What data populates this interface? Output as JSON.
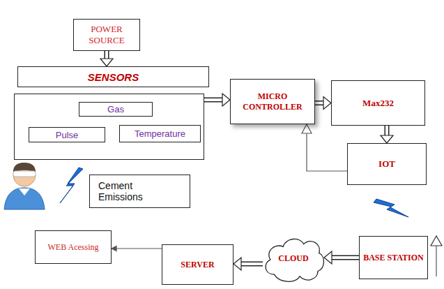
{
  "diagram": {
    "nodes": [
      {
        "text": [
          "POWER SOURCE"
        ]
      },
      {
        "text": [
          "SENSORS"
        ]
      },
      {
        "text": []
      },
      {
        "text": [
          "Gas"
        ],
        "in": 2
      },
      {
        "text": [
          "Pulse"
        ],
        "in": 2
      },
      {
        "text": [
          "Temperature"
        ],
        "in": 2
      },
      {
        "text": [
          "MICRO CONTROLLER"
        ]
      },
      {
        "text": [
          "Max232"
        ]
      },
      {
        "text": [
          "IOT"
        ]
      },
      {
        "text": [
          "Cement Emissions"
        ]
      },
      {
        "text": [
          "BASE STATION"
        ]
      },
      {
        "text": [
          "CLOUD"
        ]
      },
      {
        "text": [
          "SERVER"
        ]
      },
      {
        "text": [
          "WEB Acessing"
        ]
      }
    ],
    "edges": [
      {
        "from": 0,
        "to": 1,
        "arrow": "to"
      },
      {
        "from": 2,
        "to": 6,
        "arrow": "to"
      },
      {
        "from": 6,
        "to": 7,
        "arrow": "to"
      },
      {
        "from": 7,
        "to": 8,
        "arrow": "to"
      },
      {
        "from": 8,
        "to": 6,
        "arrow": "to"
      },
      {
        "from": 10,
        "to": 11,
        "arrow": "to"
      },
      {
        "from": 11,
        "to": 12,
        "arrow": "to"
      },
      {
        "from": 12,
        "to": 13,
        "arrow": "to"
      }
    ]
  }
}
